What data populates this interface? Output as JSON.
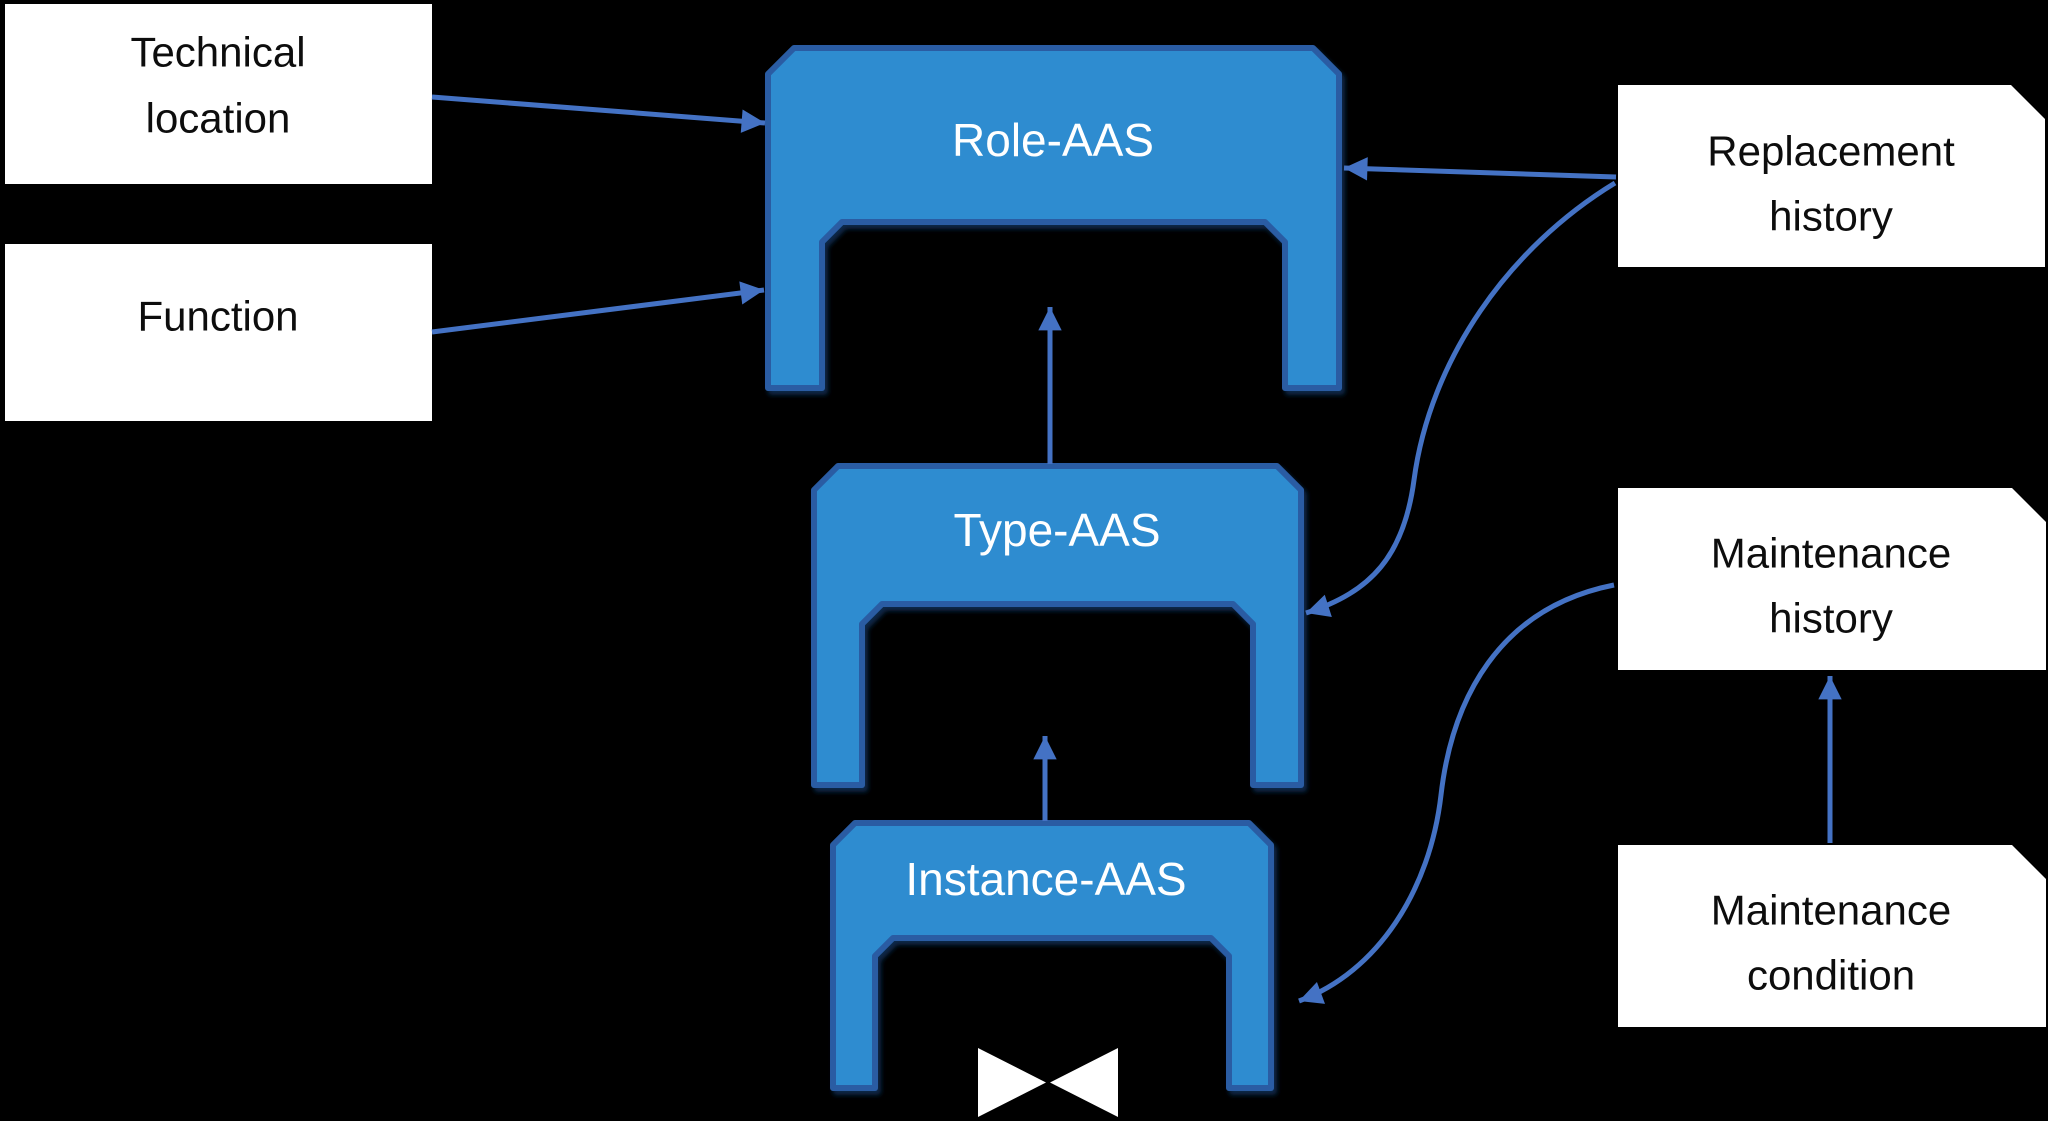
{
  "diagram": {
    "background": "#000000",
    "colors": {
      "aas_fill": "#2E8CD0",
      "aas_border": "#2B5CA3",
      "arrow": "#4472C4",
      "box_fill": "#FFFFFF",
      "box_text": "#0D0D0D",
      "aas_text": "#FFFFFF",
      "bowtie": "#FFFFFF"
    },
    "aas_nodes": [
      {
        "id": "role-aas",
        "label": "Role-AAS"
      },
      {
        "id": "type-aas",
        "label": "Type-AAS"
      },
      {
        "id": "instance-aas",
        "label": "Instance-AAS"
      }
    ],
    "side_boxes": [
      {
        "id": "technical-location",
        "style": "plain",
        "label_lines": [
          "Technical",
          "location"
        ]
      },
      {
        "id": "function",
        "style": "plain",
        "label_lines": [
          "Function"
        ]
      },
      {
        "id": "replacement-history",
        "style": "snipped-corner",
        "label_lines": [
          "Replacement",
          "history"
        ]
      },
      {
        "id": "maintenance-history",
        "style": "snipped-corner",
        "label_lines": [
          "Maintenance",
          "history"
        ]
      },
      {
        "id": "maintenance-condition",
        "style": "snipped-corner",
        "label_lines": [
          "Maintenance",
          "condition"
        ]
      }
    ],
    "connections": [
      {
        "id": "technical-location-to-role-aas",
        "from": "technical-location",
        "to": "role-aas",
        "shape": "straight"
      },
      {
        "id": "function-to-role-aas",
        "from": "function",
        "to": "role-aas",
        "shape": "straight"
      },
      {
        "id": "replacement-history-to-role-aas",
        "from": "replacement-history",
        "to": "role-aas",
        "shape": "straight"
      },
      {
        "id": "type-aas-to-role-aas",
        "from": "type-aas",
        "to": "role-aas",
        "shape": "straight"
      },
      {
        "id": "instance-aas-to-type-aas",
        "from": "instance-aas",
        "to": "type-aas",
        "shape": "straight"
      },
      {
        "id": "maintenance-condition-to-maintenance-history",
        "from": "maintenance-condition",
        "to": "maintenance-history",
        "shape": "straight"
      },
      {
        "id": "replacement-history-to-type-aas",
        "from": "replacement-history",
        "to": "type-aas",
        "shape": "curved"
      },
      {
        "id": "maintenance-history-to-instance-aas",
        "from": "maintenance-history",
        "to": "instance-aas",
        "shape": "curved"
      }
    ],
    "bowtie_icon": {
      "id": "bowtie-icon",
      "description": "two white triangles meeting at a point below Instance-AAS"
    }
  }
}
